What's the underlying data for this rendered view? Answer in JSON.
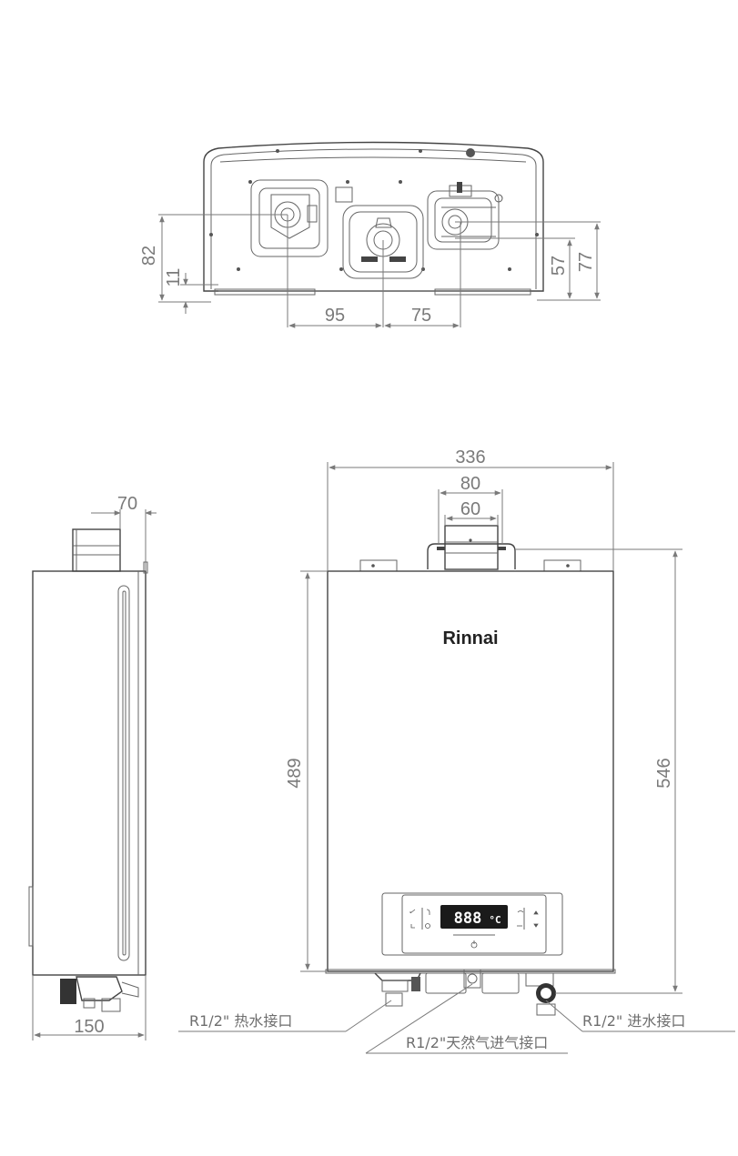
{
  "brand": {
    "name": "Rinnai"
  },
  "display": {
    "digits": "888",
    "unit": "°C"
  },
  "dimensions": {
    "top_view": {
      "d82": "82",
      "d11": "11",
      "d57": "57",
      "d77": "77",
      "d95": "95",
      "d75": "75"
    },
    "side_view": {
      "d70": "70",
      "d150": "150"
    },
    "front_view": {
      "d336": "336",
      "d80": "80",
      "d60": "60",
      "d489": "489",
      "d546": "546"
    }
  },
  "callouts": {
    "hot_water": "R1/2\" 热水接口",
    "gas_inlet": "R1/2\"天然气进气接口",
    "cold_water": "R1/2\" 进水接口"
  }
}
